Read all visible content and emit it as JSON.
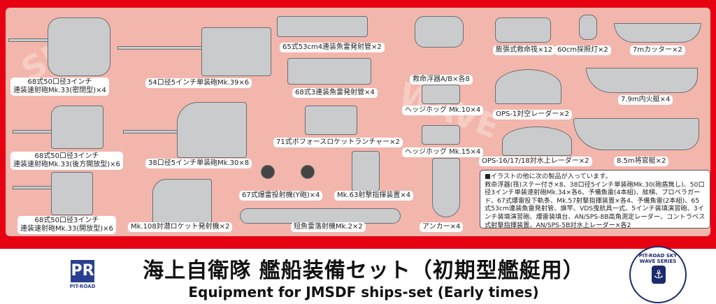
{
  "box": {
    "title_ja": "海上自衛隊 艦船装備セット（初期型艦艇用）",
    "title_en": "Equipment for JMSDF ships-set (Early times)",
    "brand": "PIT-ROAD",
    "brand_mark": "PR",
    "series_logo": "PIT-ROAD SKY WAVE SERIES"
  },
  "items": [
    {
      "label": "68式50口径3インチ",
      "label2": "連装速射砲Mk.33(密閉型)×4"
    },
    {
      "label": "54口径5インチ単装砲Mk.39×6"
    },
    {
      "label": "65式53cm4連装魚雷発射管×2"
    },
    {
      "label": "68式3連装魚雷発射管×4"
    },
    {
      "label": "71式ボフォースロケットランチャー×2"
    },
    {
      "label": "救命浮器A/B×各8"
    },
    {
      "label": "ヘッジホッグ Mk.10×4"
    },
    {
      "label": "ヘッジホッグ Mk.15×4"
    },
    {
      "label": "膨張式救命筏×12"
    },
    {
      "label": "60cm探照灯×2"
    },
    {
      "label": "7mカッター×2"
    },
    {
      "label": "OPS-1対空レーダー×2"
    },
    {
      "label": "7.9m内火艇×4"
    },
    {
      "label": "OPS-16/17/18対水上レーダー×2"
    },
    {
      "label": "8.5m将官艇×2"
    },
    {
      "label": "68式50口径3インチ",
      "label2": "連装速射砲Mk.33(後方開放型)×6"
    },
    {
      "label": "38口径5インチ単装砲Mk.30×8"
    },
    {
      "label": "67式爆雷投射機(Y砲)×4"
    },
    {
      "label": "Mk.63射撃指揮装置×4"
    },
    {
      "label": "68式50口径3インチ",
      "label2": "連装速射砲Mk.33(開放型)×6"
    },
    {
      "label": "Mk.108対潜ロケット発射機×2"
    },
    {
      "label": "短魚雷落射機Mk.2×2"
    },
    {
      "label": "アンカー×4"
    }
  ],
  "notes": {
    "heading": "■イラストの他に次の製品が入っています。",
    "body": "救命浮器(筏)ステー付き×8、38口径5インチ単装砲Mk.30(砲盾無し)、50口径3インチ単装速射砲Mk.34×各6、予備魚雷(4本組)、舷梯、プロペラガード、67式爆雷投下軌条、Mk.57射撃指揮装置×各4、予備魚雷(2本組)、65式53cm連装魚雷発射管、旗竿、VDS曳航具一式、5インチ装填演習砲、3インチ装填演習砲、爆雷装填台、AN/SPS-8B高角測定レーダー、コントラベス式射撃指揮装置、AN/SPS-5B対水上レーダー×各2"
  },
  "colors": {
    "frame": "#e60012",
    "panel": "#f2b6ad",
    "part": "#c9cbcd"
  }
}
